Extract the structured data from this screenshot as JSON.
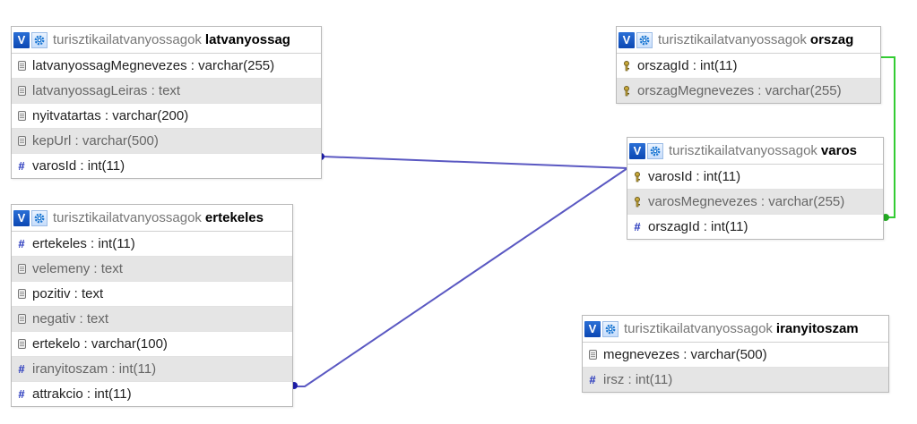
{
  "icons": {
    "toggle": "V",
    "gear": "gear-icon",
    "field": "field-icon",
    "key": "key-icon",
    "index": "hash-icon"
  },
  "colors": {
    "relation_blue": "#5a58c2",
    "relation_green": "#33cc33",
    "alt_row": "#e5e5e5"
  },
  "tables": {
    "latvanyossag": {
      "db": "turisztikailatvanyossagok",
      "name": "latvanyossag",
      "fields": [
        {
          "text": "latvanyossagMegnevezes : varchar(255)",
          "icon": "field"
        },
        {
          "text": "latvanyossagLeiras : text",
          "icon": "field"
        },
        {
          "text": "nyitvatartas : varchar(200)",
          "icon": "field"
        },
        {
          "text": "kepUrl : varchar(500)",
          "icon": "field"
        },
        {
          "text": "varosId : int(11)",
          "icon": "index"
        }
      ]
    },
    "ertekeles": {
      "db": "turisztikailatvanyossagok",
      "name": "ertekeles",
      "fields": [
        {
          "text": "ertekeles : int(11)",
          "icon": "index"
        },
        {
          "text": "velemeny : text",
          "icon": "field"
        },
        {
          "text": "pozitiv : text",
          "icon": "field"
        },
        {
          "text": "negativ : text",
          "icon": "field"
        },
        {
          "text": "ertekelo : varchar(100)",
          "icon": "field"
        },
        {
          "text": "iranyitoszam : int(11)",
          "icon": "index"
        },
        {
          "text": "attrakcio : int(11)",
          "icon": "index"
        }
      ]
    },
    "orszag": {
      "db": "turisztikailatvanyossagok",
      "name": "orszag",
      "fields": [
        {
          "text": "orszagId : int(11)",
          "icon": "key"
        },
        {
          "text": "orszagMegnevezes : varchar(255)",
          "icon": "key"
        }
      ]
    },
    "varos": {
      "db": "turisztikailatvanyossagok",
      "name": "varos",
      "fields": [
        {
          "text": "varosId : int(11)",
          "icon": "key"
        },
        {
          "text": "varosMegnevezes : varchar(255)",
          "icon": "key"
        },
        {
          "text": "orszagId : int(11)",
          "icon": "index"
        }
      ]
    },
    "iranyitoszam": {
      "db": "turisztikailatvanyossagok",
      "name": "iranyitoszam",
      "fields": [
        {
          "text": "megnevezes : varchar(500)",
          "icon": "field"
        },
        {
          "text": "irsz : int(11)",
          "icon": "index"
        }
      ]
    }
  }
}
